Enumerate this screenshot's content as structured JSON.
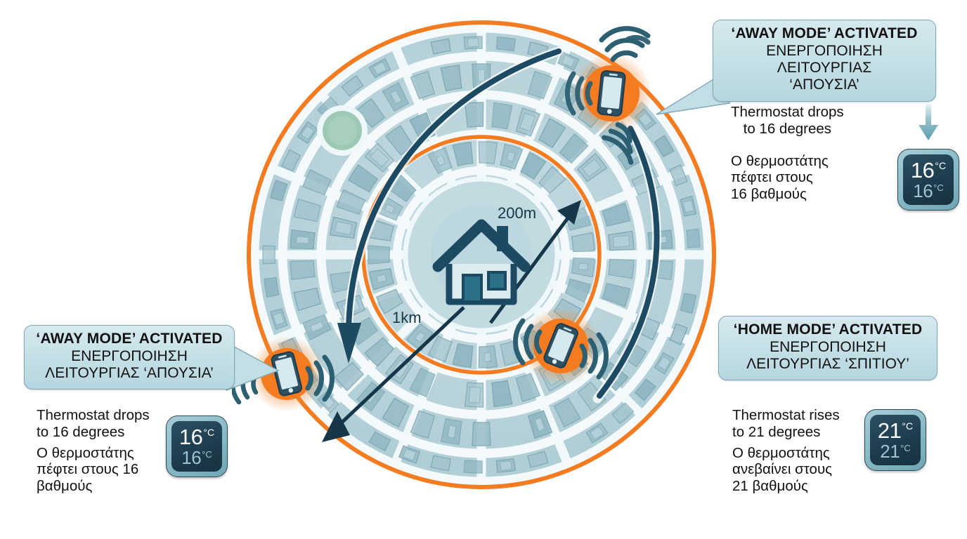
{
  "colors": {
    "orange": "#f47b20",
    "navy": "#1d4a63",
    "bubble_fill": "#c8e2e9",
    "bubble_border": "#7fa9b5",
    "map_land": "#b7d2d9",
    "map_block": "#8fb7c2",
    "map_road": "#f2f8fa",
    "green_park": "#9dc8b4",
    "screen_dark": "#1f3f51",
    "thermo_frame": "#8fbfca",
    "text": "#111111"
  },
  "map": {
    "distance_labels": [
      {
        "name": "200m",
        "text": "200m"
      },
      {
        "name": "1km",
        "text": "1km"
      }
    ],
    "center_icon": "house-icon",
    "phones": [
      {
        "name": "phone-top-right",
        "state": "away"
      },
      {
        "name": "phone-bottom-left",
        "state": "away"
      },
      {
        "name": "phone-bottom-center",
        "state": "home"
      }
    ],
    "geofence_rings": [
      {
        "name": "outer-geofence-1km",
        "radius_label": "1km"
      },
      {
        "name": "inner-geofence-200m",
        "radius_label": "200m"
      }
    ]
  },
  "callouts": [
    {
      "id": "top-right",
      "name": "callout-away-mode-top-right",
      "title": "‘AWAY MODE’ ACTIVATED",
      "subtitle_lines": [
        "ΕΝΕΡΓΟΠΟΙΗΣΗ",
        "ΛΕΙΤΟΥΡΓΙΑΣ",
        "‘ΑΠΟΥΣΙΑ’"
      ],
      "en_lines": [
        "Thermostat drops",
        "to 16 degrees"
      ],
      "gr_lines": [
        "Ο θερμοστάτης",
        "πέφτει στους",
        "16 βαθμούς"
      ],
      "thermostat": {
        "primary": "16",
        "primary_unit": "°C",
        "secondary": "16",
        "secondary_unit": "°C"
      },
      "arrow": "down-arrow-icon"
    },
    {
      "id": "bottom-right",
      "name": "callout-home-mode-bottom-right",
      "title": "‘HOME MODE’ ACTIVATED",
      "subtitle_lines": [
        "ΕΝΕΡΓΟΠΟΙΗΣΗ",
        "ΛΕΙΤΟΥΡΓΙΑΣ ‘ΣΠΙΤΙΟΥ’"
      ],
      "en_lines": [
        "Thermostat rises",
        "to 21 degrees"
      ],
      "gr_lines": [
        "Ο θερμοστάτης",
        "ανεβαίνει στους",
        "21 βαθμούς"
      ],
      "thermostat": {
        "primary": "21",
        "primary_unit": "°C",
        "secondary": "21",
        "secondary_unit": "°C"
      },
      "arrow": ""
    },
    {
      "id": "bottom-left",
      "name": "callout-away-mode-bottom-left",
      "title": "‘AWAY MODE’ ACTIVATED",
      "subtitle_lines": [
        "ΕΝΕΡΓΟΠΟΙΗΣΗ",
        "ΛΕΙΤΟΥΡΓΙΑΣ ‘ΑΠΟΥΣΙΑ’"
      ],
      "en_lines": [
        "Thermostat drops",
        "to 16 degrees"
      ],
      "gr_lines": [
        "Ο θερμοστάτης",
        "πέφτει στους 16",
        "βαθμούς"
      ],
      "thermostat": {
        "primary": "16",
        "primary_unit": "°C",
        "secondary": "16",
        "secondary_unit": "°C"
      },
      "arrow": ""
    }
  ]
}
